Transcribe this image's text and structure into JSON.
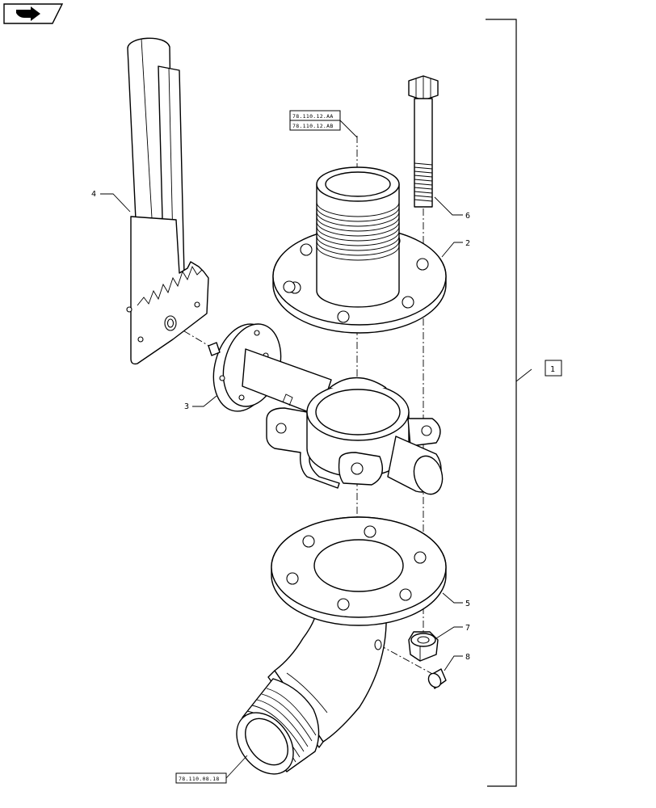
{
  "nav": {
    "icon": "arrow-right-icon"
  },
  "callouts": {
    "c1": "1",
    "c2": "2",
    "c3": "3",
    "c4": "4",
    "c5": "5",
    "c6": "6",
    "c7": "7",
    "c8": "8"
  },
  "references": {
    "top_a": "78.110.12.AA",
    "top_b": "78.110.12.AB",
    "bottom": "78.110.08.18"
  }
}
